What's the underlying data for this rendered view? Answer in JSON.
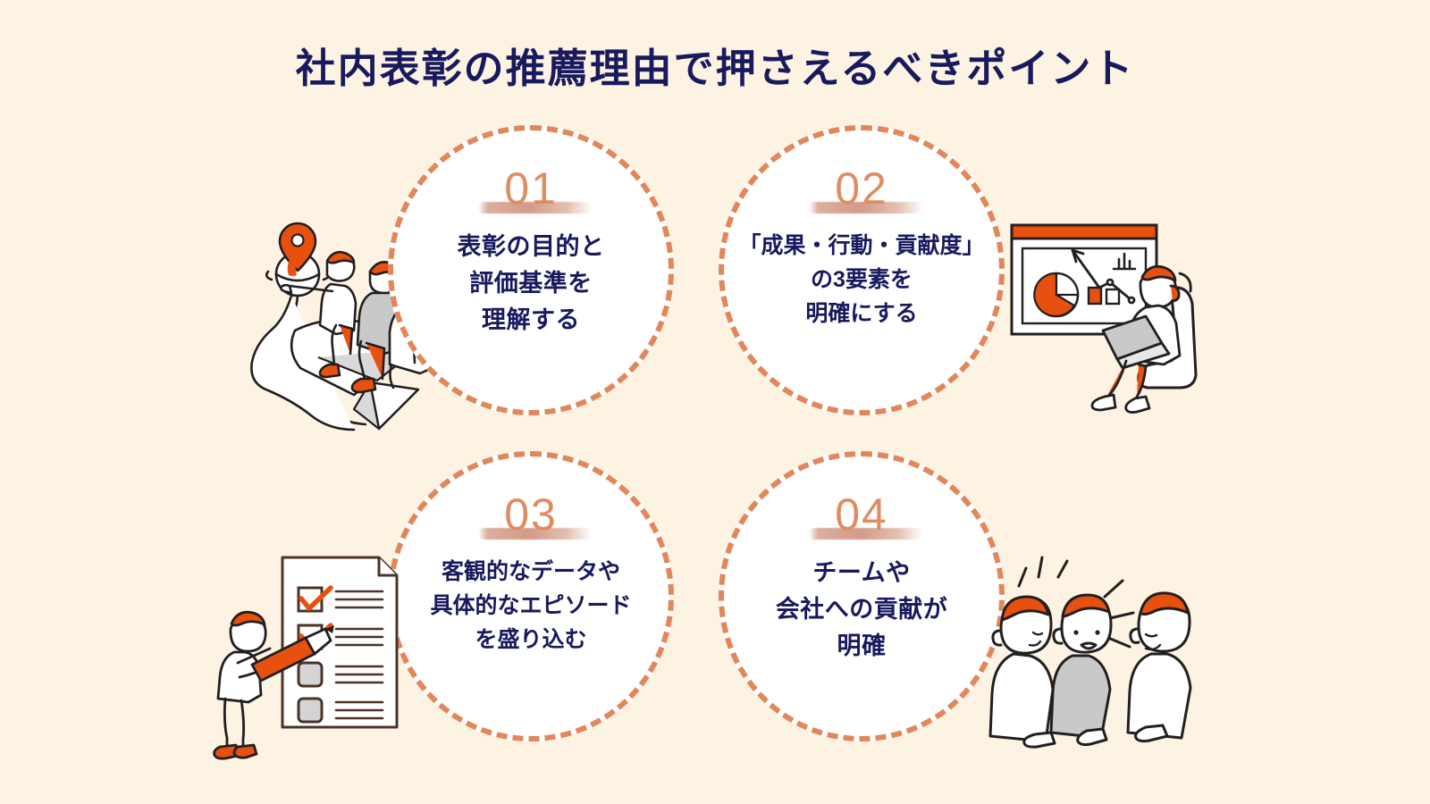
{
  "page": {
    "background_color": "#FDF3E3",
    "title": "社内表彰の推薦理由で押さえるべきポイント",
    "title_color": "#191A5E",
    "accent_color": "#E8500F",
    "dashed_border_color": "#E2865B",
    "number_color": "#E08C62",
    "brush_color": "#D19682"
  },
  "points": [
    {
      "number": "01",
      "lines": [
        "表彰の目的と",
        "評価基準を",
        "理解する"
      ],
      "illustration": "people-riding-paper-plane-toward-map-pin"
    },
    {
      "number": "02",
      "lines": [
        "「成果・行動・貢献度」",
        "の3要素を",
        "明確にする"
      ],
      "illustration": "person-with-laptop-presenting-charts-board"
    },
    {
      "number": "03",
      "lines": [
        "客観的なデータや",
        "具体的なエピソード",
        "を盛り込む"
      ],
      "illustration": "person-with-pencil-checking-checklist"
    },
    {
      "number": "04",
      "lines": [
        "チームや",
        "会社への貢献が",
        "明確"
      ],
      "illustration": "three-people-team-cheering"
    }
  ]
}
